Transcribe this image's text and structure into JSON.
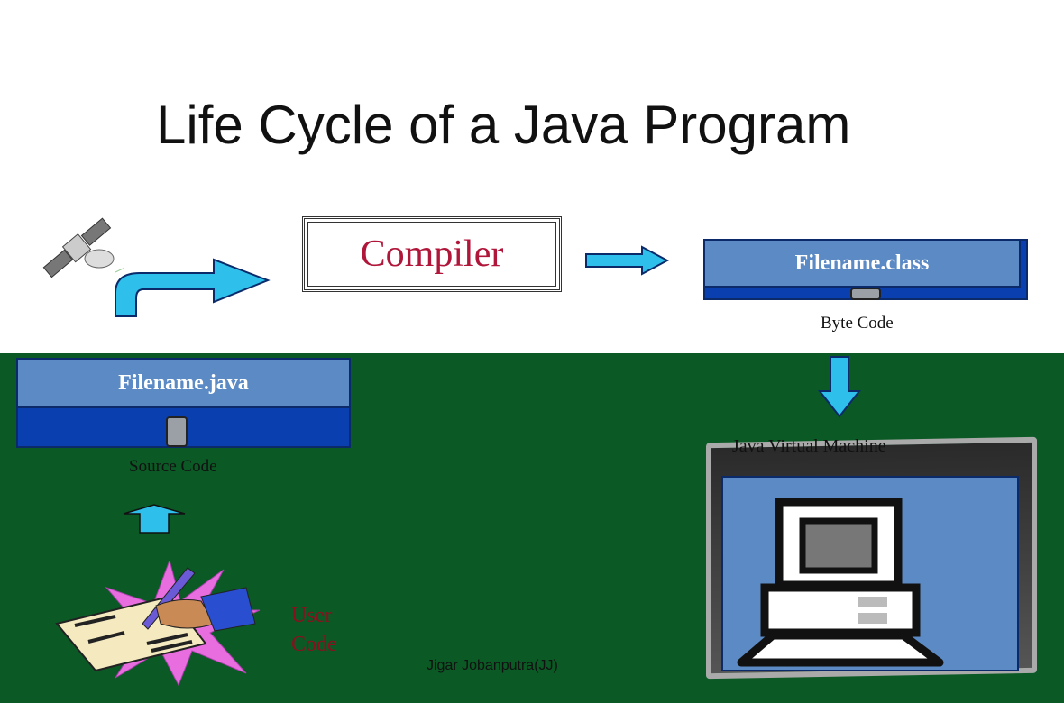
{
  "title": "Life Cycle of a Java Program",
  "compiler": {
    "label": "Compiler"
  },
  "class_file": {
    "filename": "Filename.class",
    "caption": "Byte Code"
  },
  "java_file": {
    "filename": "Filename.java",
    "caption": "Source Code"
  },
  "user_code": {
    "line1": "User",
    "line2": "Code"
  },
  "jvm": {
    "label": "Java Virtual Machine"
  },
  "author": "Jigar Jobanputra(JJ)",
  "colors": {
    "accent_red": "#b0163a",
    "arrow": "#2ec0ea",
    "disk_light": "#5b8ac4",
    "disk_dark": "#0a3fb0",
    "background_green": "#0b5a25"
  }
}
